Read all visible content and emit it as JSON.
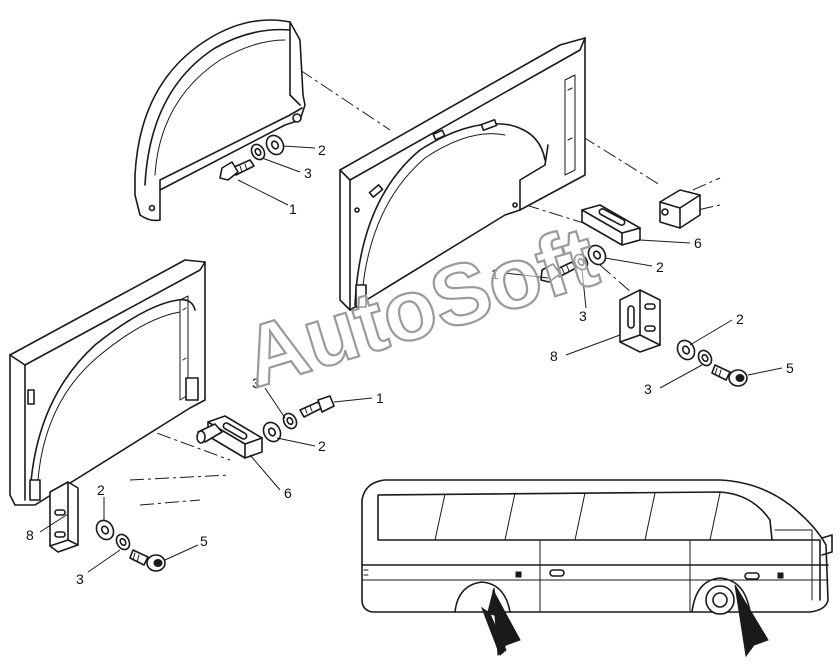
{
  "watermark": "AutoSoft",
  "callouts": [
    {
      "id": "c1a",
      "text": "1"
    },
    {
      "id": "c2a",
      "text": "2"
    },
    {
      "id": "c3a",
      "text": "3"
    },
    {
      "id": "c6b",
      "text": "6"
    },
    {
      "id": "c2b",
      "text": "2"
    },
    {
      "id": "c1b",
      "text": "1"
    },
    {
      "id": "c3b",
      "text": "3"
    },
    {
      "id": "c2c",
      "text": "2"
    },
    {
      "id": "c8b",
      "text": "8"
    },
    {
      "id": "c3c",
      "text": "3"
    },
    {
      "id": "c5b",
      "text": "5"
    },
    {
      "id": "c3d",
      "text": "3"
    },
    {
      "id": "c1c",
      "text": "1"
    },
    {
      "id": "c2d",
      "text": "2"
    },
    {
      "id": "c6a",
      "text": "6"
    },
    {
      "id": "c2e",
      "text": "2"
    },
    {
      "id": "c8a",
      "text": "8"
    },
    {
      "id": "c3e",
      "text": "3"
    },
    {
      "id": "c5a",
      "text": "5"
    }
  ],
  "colors": {
    "line": "#1a1a1a",
    "background": "#ffffff",
    "watermark_outline": "#9a9a9a"
  }
}
